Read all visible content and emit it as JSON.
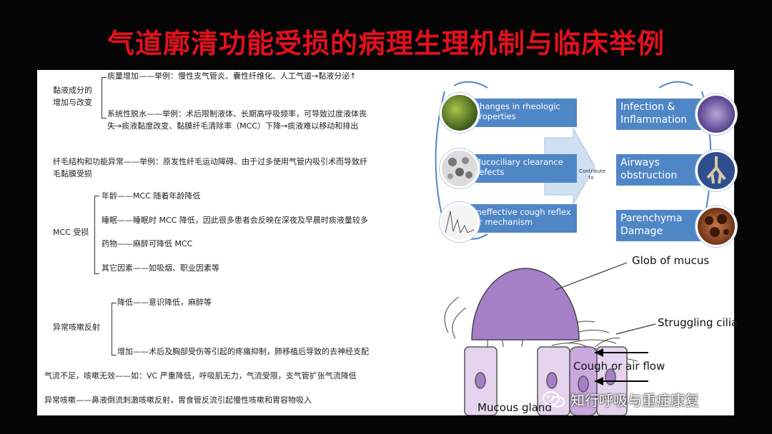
{
  "title": "气道廓清功能受损的病理生理机制与临床举例",
  "left": {
    "sec1_label": "黏液成分的增加与改变",
    "sec1_item1": "痰量增加——举例：慢性支气管炎、囊性纤维化、人工气道→黏液分泌↑",
    "sec1_item2": "系统性脱水——举例：术后限制液体、长期高呼吸频率，可导致过度液体丧失→痰液黏度改变、黏膜纤毛清除率（MCC）下降→痰液难以移动和排出",
    "sec2": "纤毛结构和功能异常——举例：原发性纤毛运动障碍、由于过多使用气管内吸引术而导致纤毛黏膜受损",
    "sec3_label": "MCC 受损",
    "sec3_item1": "年龄——MCC 随着年龄降低",
    "sec3_item2": "睡眠——睡眠时 MCC 降低，因此很多患者会反映在深夜及早晨时痰液量较多",
    "sec3_item3": "药物——麻醉可降低 MCC",
    "sec3_item4": "其它因素——如吸烟、职业因素等",
    "sec4_label": "异常咳嗽反射",
    "sec4_item1": "降低——意识降低，麻醉等",
    "sec4_item2": "增加——术后及胸部受伤等引起的疼痛抑制，肺移植后导致的去神经支配",
    "sec5": "气流不足，咳嗽无效——如：VC 严重降低，呼吸肌无力，气流受限，支气管扩张气流降低",
    "sec6": "异常咳嗽——鼻液倒流刺激咳嗽反射，胃食管反流引起慢性咳嗽和胃容物吸入"
  },
  "flow": {
    "left_boxes": [
      "Changes in rheologic properties",
      "Mucociliary clearance defects",
      "Ineffective cough reflex or mechanism"
    ],
    "arrow_label": "Contribute to",
    "right_boxes": [
      "Infection & Inflammation",
      "Airways obstruction",
      "Parenchyma Damage"
    ]
  },
  "mucus_diagram": {
    "glob_label": "Glob of mucus",
    "flow_label": "Cough or air flow",
    "cilia_label": "Struggling cilia",
    "gland_label": "Mucous gland"
  },
  "watermark": "知行呼吸与重症康复",
  "colors": {
    "title": "#e3101d",
    "box": "#4f86c6",
    "mucus": "#a67fc8",
    "cell": "#e6d4ef"
  }
}
